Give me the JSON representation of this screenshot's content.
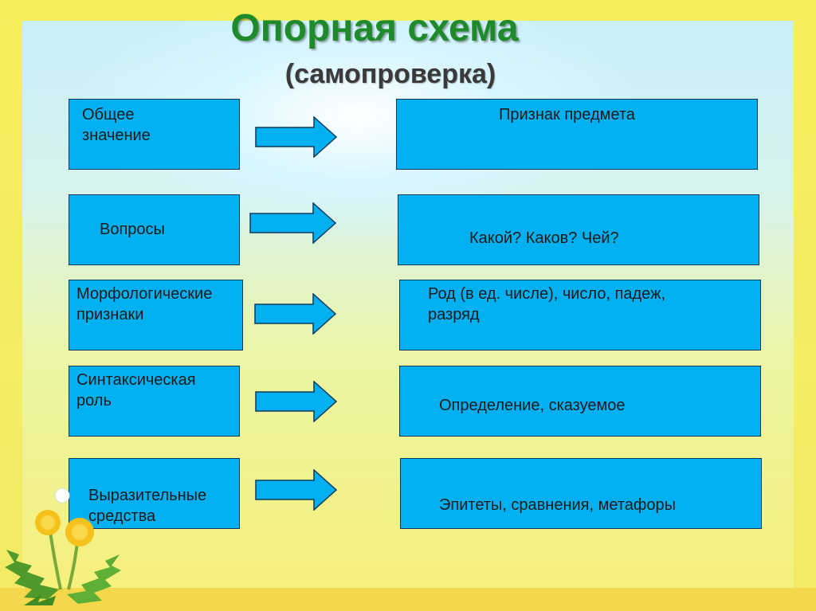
{
  "title": "Опорная схема",
  "subtitle": "(самопроверка)",
  "rows": [
    {
      "left": "Общее\nзначение",
      "right": "Признак предмета"
    },
    {
      "left": "Вопросы",
      "right": "Какой? Каков? Чей?"
    },
    {
      "left": "Морфологические\nпризнаки",
      "right": "Род (в ед. числе), число, падеж,\nразряд"
    },
    {
      "left": "Синтаксическая\n     роль",
      "right": "Определение, сказуемое"
    },
    {
      "left": "Выразительные\nсредства",
      "right": "Эпитеты, сравнения, метафоры"
    }
  ],
  "colors": {
    "box_fill": "#00b0f0",
    "title": "#1e8a2a",
    "background": "#f6ee5a"
  },
  "icons": [
    "arrow-right-icon",
    "dandelion-icon"
  ]
}
